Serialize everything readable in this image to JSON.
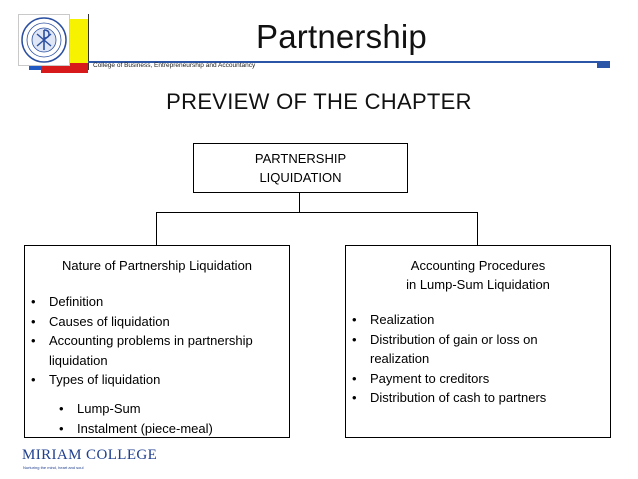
{
  "header": {
    "title": "Partnership",
    "subtitle": "College of Business, Entrepreneurship and Accountancy",
    "colors": {
      "blue": "#1f57c3",
      "red": "#d8191c",
      "yellow": "#f7f300",
      "rule": "#2b55a6"
    },
    "seal_icon": "college-seal-icon"
  },
  "heading": "PREVIEW OF THE CHAPTER",
  "diagram": {
    "root": {
      "line1": "PARTNERSHIP",
      "line2": "LIQUIDATION"
    },
    "left": {
      "title": "Nature of Partnership Liquidation",
      "items": [
        "Definition",
        "Causes of liquidation",
        "Accounting problems in partnership liquidation",
        "Types of liquidation"
      ],
      "subitems": [
        "Lump-Sum",
        "Instalment (piece-meal)"
      ]
    },
    "right": {
      "title_line1": "Accounting Procedures",
      "title_line2": "in Lump-Sum Liquidation",
      "items": [
        "Realization",
        "Distribution of gain or loss on realization",
        "Payment to creditors",
        "Distribution of cash to partners"
      ]
    }
  },
  "footer": {
    "logo_text": "MIRIAM COLLEGE",
    "tagline": "Nurturing the mind, heart and soul"
  }
}
